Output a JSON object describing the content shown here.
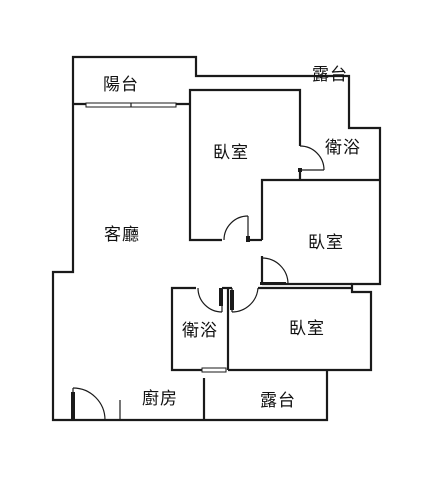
{
  "rooms": {
    "balcony_top": "陽台",
    "terrace_top": "露台",
    "bedroom_1": "臥室",
    "bath_1": "衛浴",
    "living": "客廳",
    "bedroom_2": "臥室",
    "bath_2": "衛浴",
    "bedroom_3": "臥室",
    "kitchen": "廚房",
    "terrace_bottom": "露台"
  }
}
